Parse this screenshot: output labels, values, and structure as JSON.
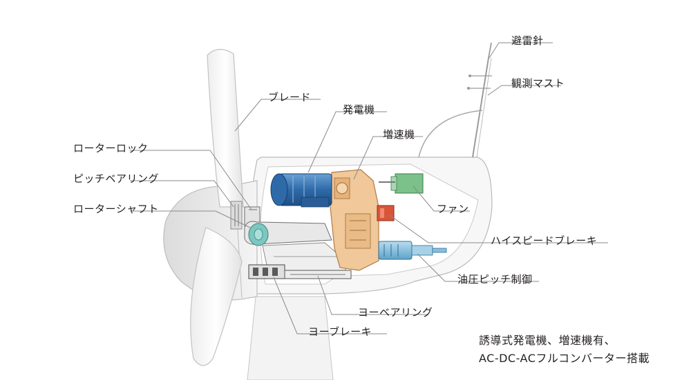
{
  "labels": {
    "lightning_rod": "避雷針",
    "mast": "観測マスト",
    "blade": "ブレード",
    "generator": "発電機",
    "gearbox": "増速機",
    "rotor_lock": "ローターロック",
    "pitch_bearing": "ピッチベアリング",
    "rotor_shaft": "ローターシャフト",
    "fan": "ファン",
    "high_speed_brake": "ハイスピードブレーキ",
    "hydraulic_pitch": "油圧ピッチ制御",
    "yaw_bearing": "ヨーベアリング",
    "yaw_brake": "ヨーブレーキ"
  },
  "caption": {
    "line1": "誘導式発電機、増速機有、",
    "line2": "AC-DC-ACフルコンバーター搭載"
  },
  "colors": {
    "generator": "#3d78b6",
    "gearbox": "#f0c89a",
    "fan": "#7cc08a",
    "brake": "#d9553a",
    "hydraulic": "#86bfdd",
    "shaft": "#7cc7c0"
  }
}
